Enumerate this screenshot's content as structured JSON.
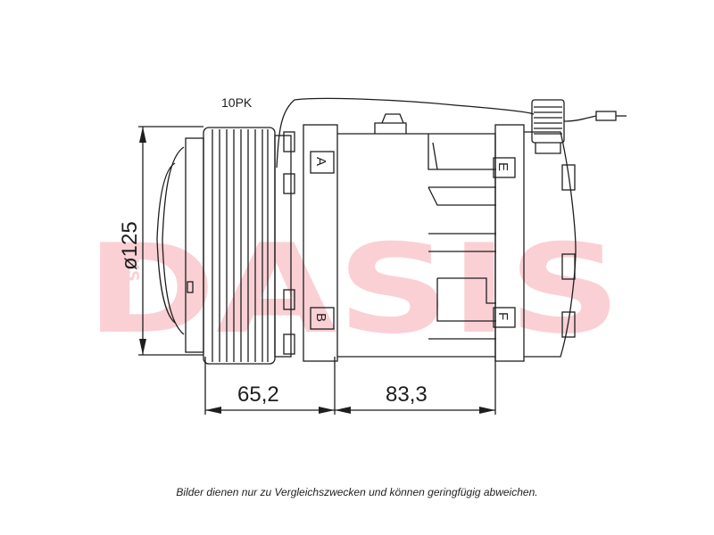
{
  "diagram": {
    "belt_label": "10PK",
    "diameter_label": "ø125",
    "dim_left": "65,2",
    "dim_right": "83,3",
    "port_labels": [
      "A",
      "B",
      "E",
      "F"
    ]
  },
  "watermark": {
    "text": "DASIS",
    "side_text": "AKS",
    "color": "#e8001c"
  },
  "footer": {
    "note": "Bilder dienen nur zu Vergleichszwecken und können geringfügig abweichen."
  }
}
